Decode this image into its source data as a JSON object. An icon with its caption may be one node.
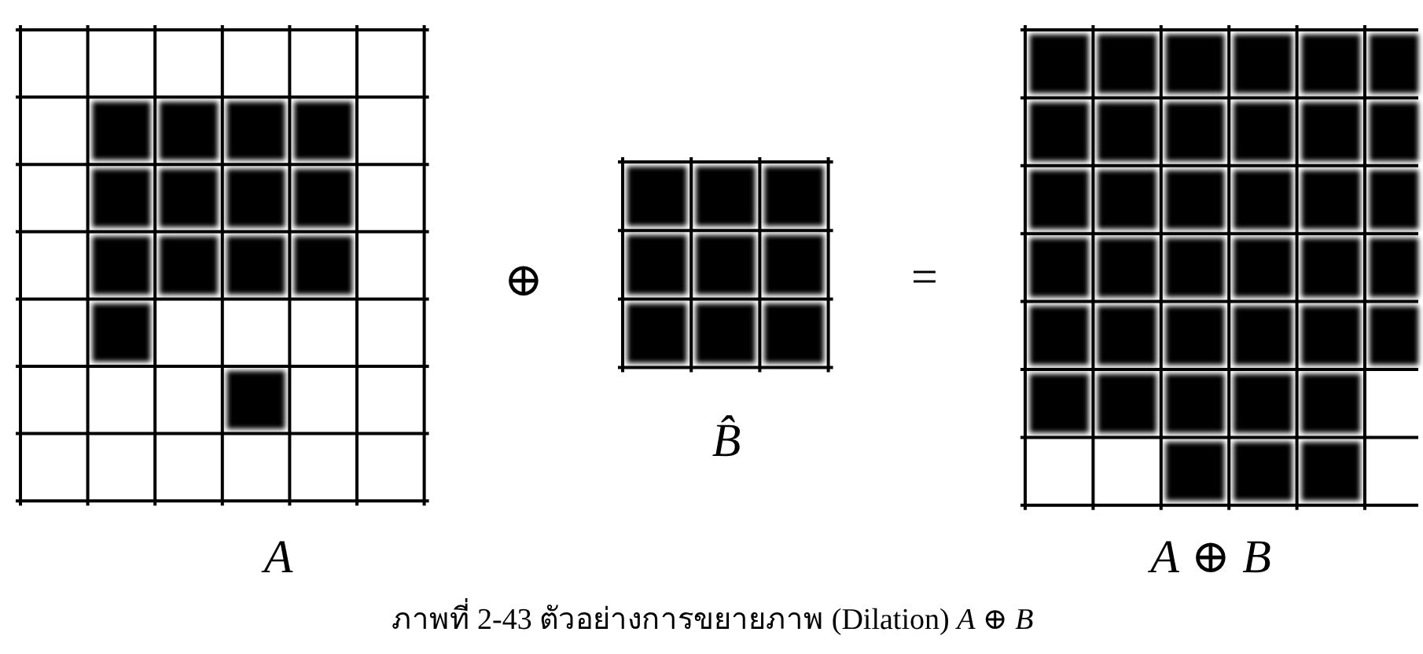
{
  "diagram": {
    "caption": "ภาพที่ 2-43 ตัวอย่างการขยายภาพ (Dilation) *A* ⊕ *B*",
    "labels": [
      "⊕",
      "=",
      "B̂",
      "A",
      "*A* ⊕ *B*"
    ]
  }
}
